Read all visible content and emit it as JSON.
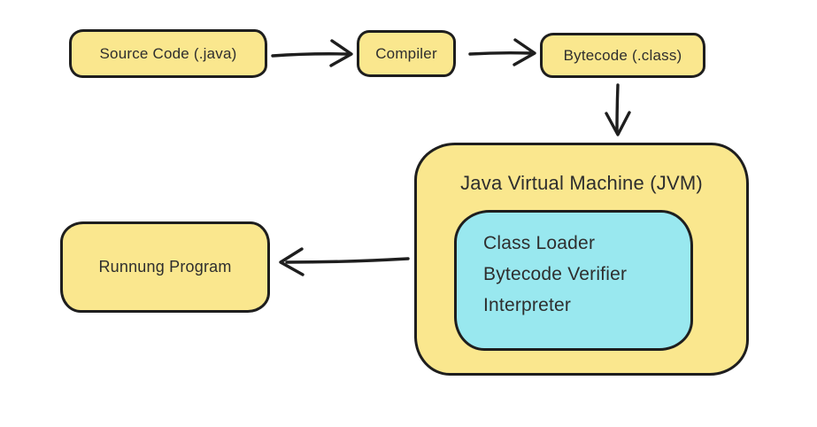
{
  "diagram": {
    "nodes": {
      "source": {
        "label": "Source Code (.java)"
      },
      "compiler": {
        "label": "Compiler"
      },
      "bytecode": {
        "label": "Bytecode (.class)"
      },
      "jvm": {
        "label": "Java Virtual Machine (JVM)"
      },
      "jvm_internals": {
        "lines": [
          "Class Loader",
          "Bytecode Verifier",
          "Interpreter"
        ]
      },
      "running": {
        "label": "Runnung Program"
      }
    },
    "edges": [
      {
        "from": "source",
        "to": "compiler"
      },
      {
        "from": "compiler",
        "to": "bytecode"
      },
      {
        "from": "bytecode",
        "to": "jvm"
      },
      {
        "from": "jvm",
        "to": "running"
      }
    ],
    "colors": {
      "node_fill": "#fae78e",
      "internals_fill": "#99e8ef",
      "stroke": "#1e1e1e",
      "text": "#2e2e2e",
      "background": "#ffffff"
    }
  }
}
